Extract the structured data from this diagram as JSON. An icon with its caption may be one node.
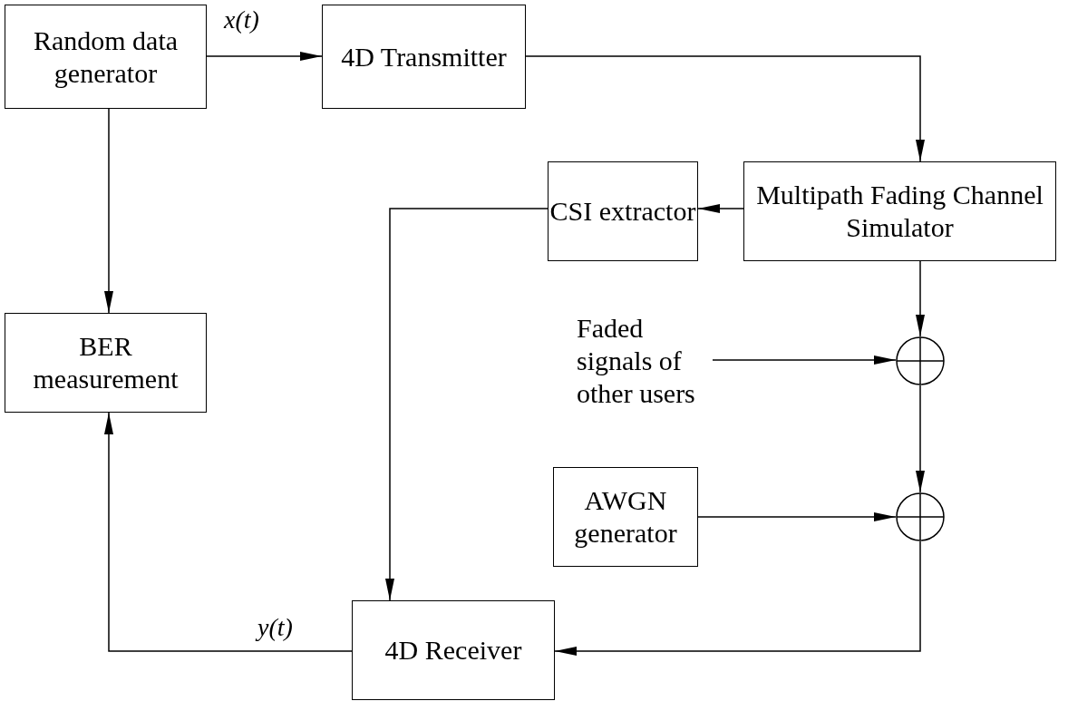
{
  "diagram": {
    "nodes": [
      {
        "text": [
          "Random data generator"
        ]
      },
      {
        "text": [
          "4D Transmitter"
        ]
      },
      {
        "text": [
          "CSI extractor"
        ]
      },
      {
        "text": [
          "Multipath Fading Channel Simulator"
        ]
      },
      {
        "text": [
          "BER measurement"
        ]
      },
      {
        "text": [
          "Faded signals of other users"
        ]
      },
      {
        "text": [],
        "shape": "circle"
      },
      {
        "text": [
          "AWGN generator"
        ]
      },
      {
        "text": [],
        "shape": "circle"
      },
      {
        "text": [
          "4D Receiver"
        ]
      }
    ],
    "edges": [
      {
        "from": 0,
        "to": 1,
        "arrow": "to",
        "label": "x(t)"
      },
      {
        "from": 1,
        "to": 3,
        "arrow": "to"
      },
      {
        "from": 3,
        "to": 2,
        "arrow": "to"
      },
      {
        "from": 2,
        "to": 9,
        "arrow": "to"
      },
      {
        "from": 0,
        "to": 4,
        "arrow": "to"
      },
      {
        "from": 3,
        "to": 6,
        "arrow": "to"
      },
      {
        "from": 5,
        "to": 6,
        "arrow": "to"
      },
      {
        "from": 6,
        "to": 8,
        "arrow": "to"
      },
      {
        "from": 7,
        "to": 8,
        "arrow": "to"
      },
      {
        "from": 8,
        "to": 9,
        "arrow": "to"
      },
      {
        "from": 9,
        "to": 4,
        "arrow": "to",
        "label": "y(t)"
      }
    ]
  }
}
